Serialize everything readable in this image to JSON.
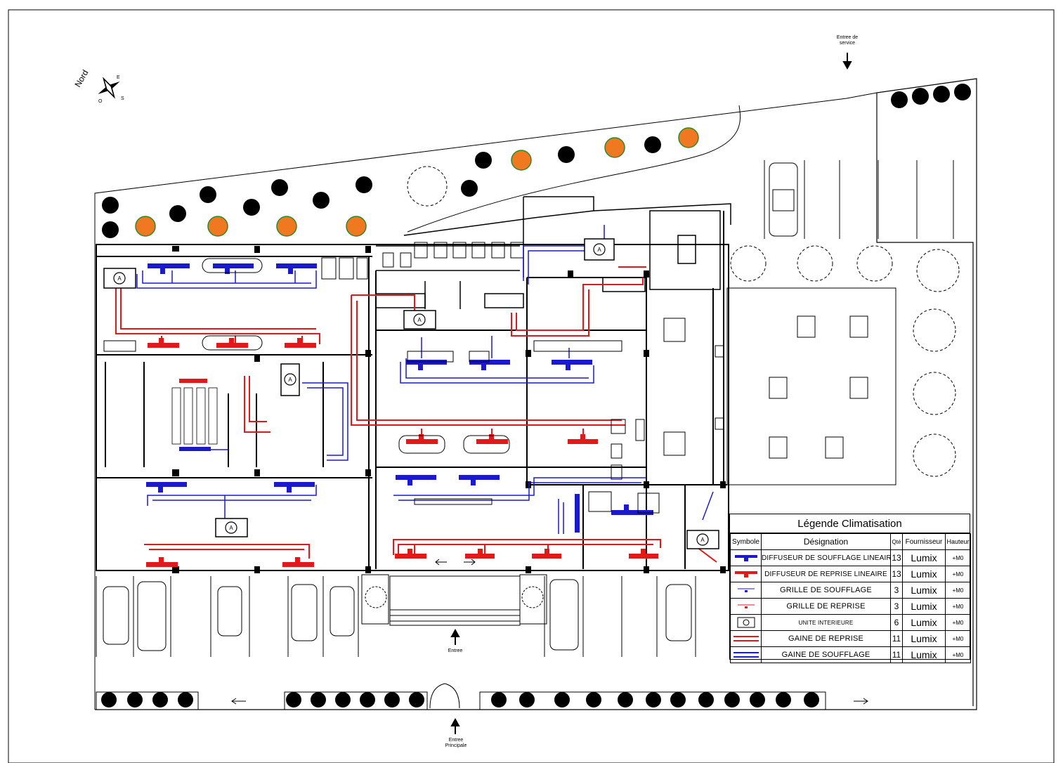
{
  "north": {
    "label": "Nord",
    "letters": [
      "E",
      "O",
      "S"
    ]
  },
  "entrances": {
    "service": "Entree de service",
    "main": "Entree",
    "principal": "Entree Principale"
  },
  "legend": {
    "title": "Légende Climatisation",
    "headers": {
      "symbol": "Symbole",
      "designation": "Désignation",
      "qty": "Qté",
      "supplier": "Fournisseur",
      "height": "Hauteur"
    },
    "rows": [
      {
        "symbol": "blue-linear-diffuser",
        "designation": "DIFFUSEUR DE SOUFFLAGE LINEAIRE",
        "qty": "13",
        "supplier": "Lumix",
        "height": "+M0"
      },
      {
        "symbol": "red-linear-return",
        "designation": "DIFFUSEUR DE REPRISE LINEAIRE",
        "qty": "13",
        "supplier": "Lumix",
        "height": "+M0"
      },
      {
        "symbol": "blue-grille",
        "designation": "GRILLE DE SOUFFLAGE",
        "qty": "3",
        "supplier": "Lumix",
        "height": "+M0"
      },
      {
        "symbol": "red-grille",
        "designation": "GRILLE DE REPRISE",
        "qty": "3",
        "supplier": "Lumix",
        "height": "+M0"
      },
      {
        "symbol": "indoor-unit",
        "designation": "UNITE INTERIEURE",
        "qty": "6",
        "supplier": "Lumix",
        "height": "+M0"
      },
      {
        "symbol": "red-duct",
        "designation": "GAINE DE REPRISE",
        "qty": "11",
        "supplier": "Lumix",
        "height": "+M0"
      },
      {
        "symbol": "blue-duct",
        "designation": "GAINE DE SOUFFLAGE",
        "qty": "11",
        "supplier": "Lumix",
        "height": "+M0"
      }
    ]
  },
  "unit_marker": "A",
  "colors": {
    "supply": "#1a1acc",
    "return": "#e01a1a",
    "line": "#000000"
  }
}
